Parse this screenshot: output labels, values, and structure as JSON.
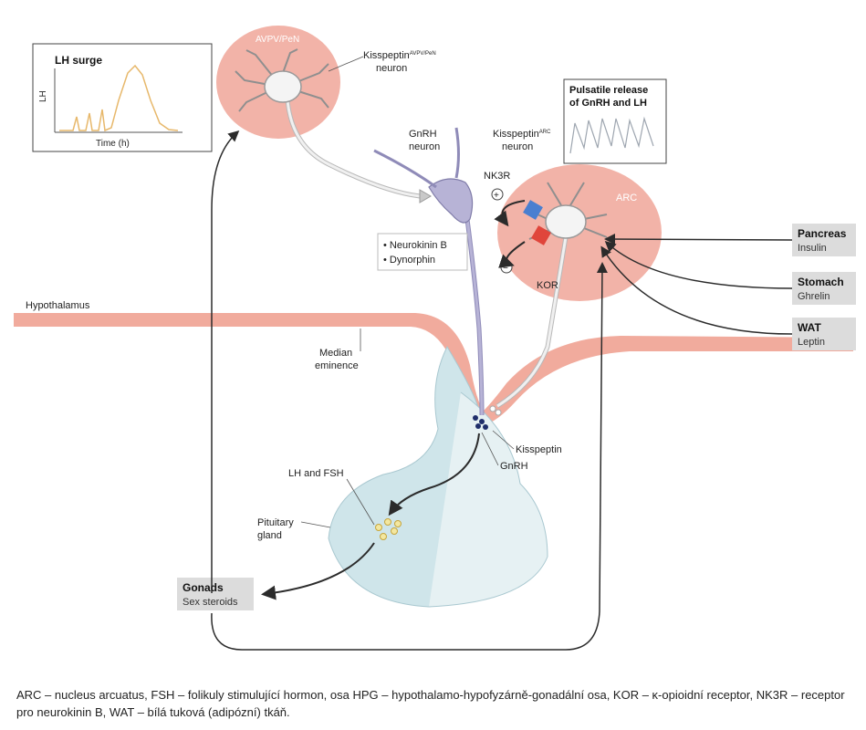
{
  "labels": {
    "avpv": "AVPV/PeN",
    "kiss_avpv_1": "Kisspeptin",
    "kiss_avpv_sup": "AVPV/PeN",
    "kiss_avpv_2": "neuron",
    "lh_surge_title": "LH surge",
    "lh_axis_y": "LH",
    "lh_axis_x": "Time (h)",
    "gnrh_neuron_1": "GnRH",
    "gnrh_neuron_2": "neuron",
    "kiss_arc_1": "Kisspeptin",
    "kiss_arc_sup": "ARC",
    "kiss_arc_2": "neuron",
    "nk3r": "NK3R",
    "pulsatile_1": "Pulsatile release",
    "pulsatile_2": "of GnRH and LH",
    "arc": "ARC",
    "nkb": "• Neurokinin B",
    "dyn": "• Dynorphin",
    "kor": "KOR",
    "plus": "+",
    "minus": "−",
    "pancreas": "Pancreas",
    "insulin": "Insulin",
    "stomach": "Stomach",
    "ghrelin": "Ghrelin",
    "wat": "WAT",
    "leptin": "Leptin",
    "hypothalamus": "Hypothalamus",
    "median_1": "Median",
    "median_2": "eminence",
    "kisspeptin": "Kisspeptin",
    "gnrh": "GnRH",
    "lh_fsh": "LH and FSH",
    "pituitary_1": "Pituitary",
    "pituitary_2": "gland",
    "gonads": "Gonads",
    "sex_steroids": "Sex steroids"
  },
  "caption": "ARC – nucleus arcuatus, FSH – folikuly stimulující hormon, osa HPG – hypothalamo-hypofyzárně-gonadální osa, KOR – κ-opioidní receptor, NK3R – receptor pro neurokinin B, WAT – bílá tuková (adipózní) tkáň.",
  "colors": {
    "nucleus": "#f2b3a8",
    "hypothalamus_band": "#f1ab9d",
    "pituitary": "#cfe5ea",
    "gnrh_neuron": "#b7b3d6",
    "kiss_neuron": "#f4f4f4",
    "box_gray": "#dcdcdc",
    "lh_curve": "#e7b86b",
    "nk3r_blue": "#4a7fd0",
    "kor_red": "#e0453b"
  }
}
